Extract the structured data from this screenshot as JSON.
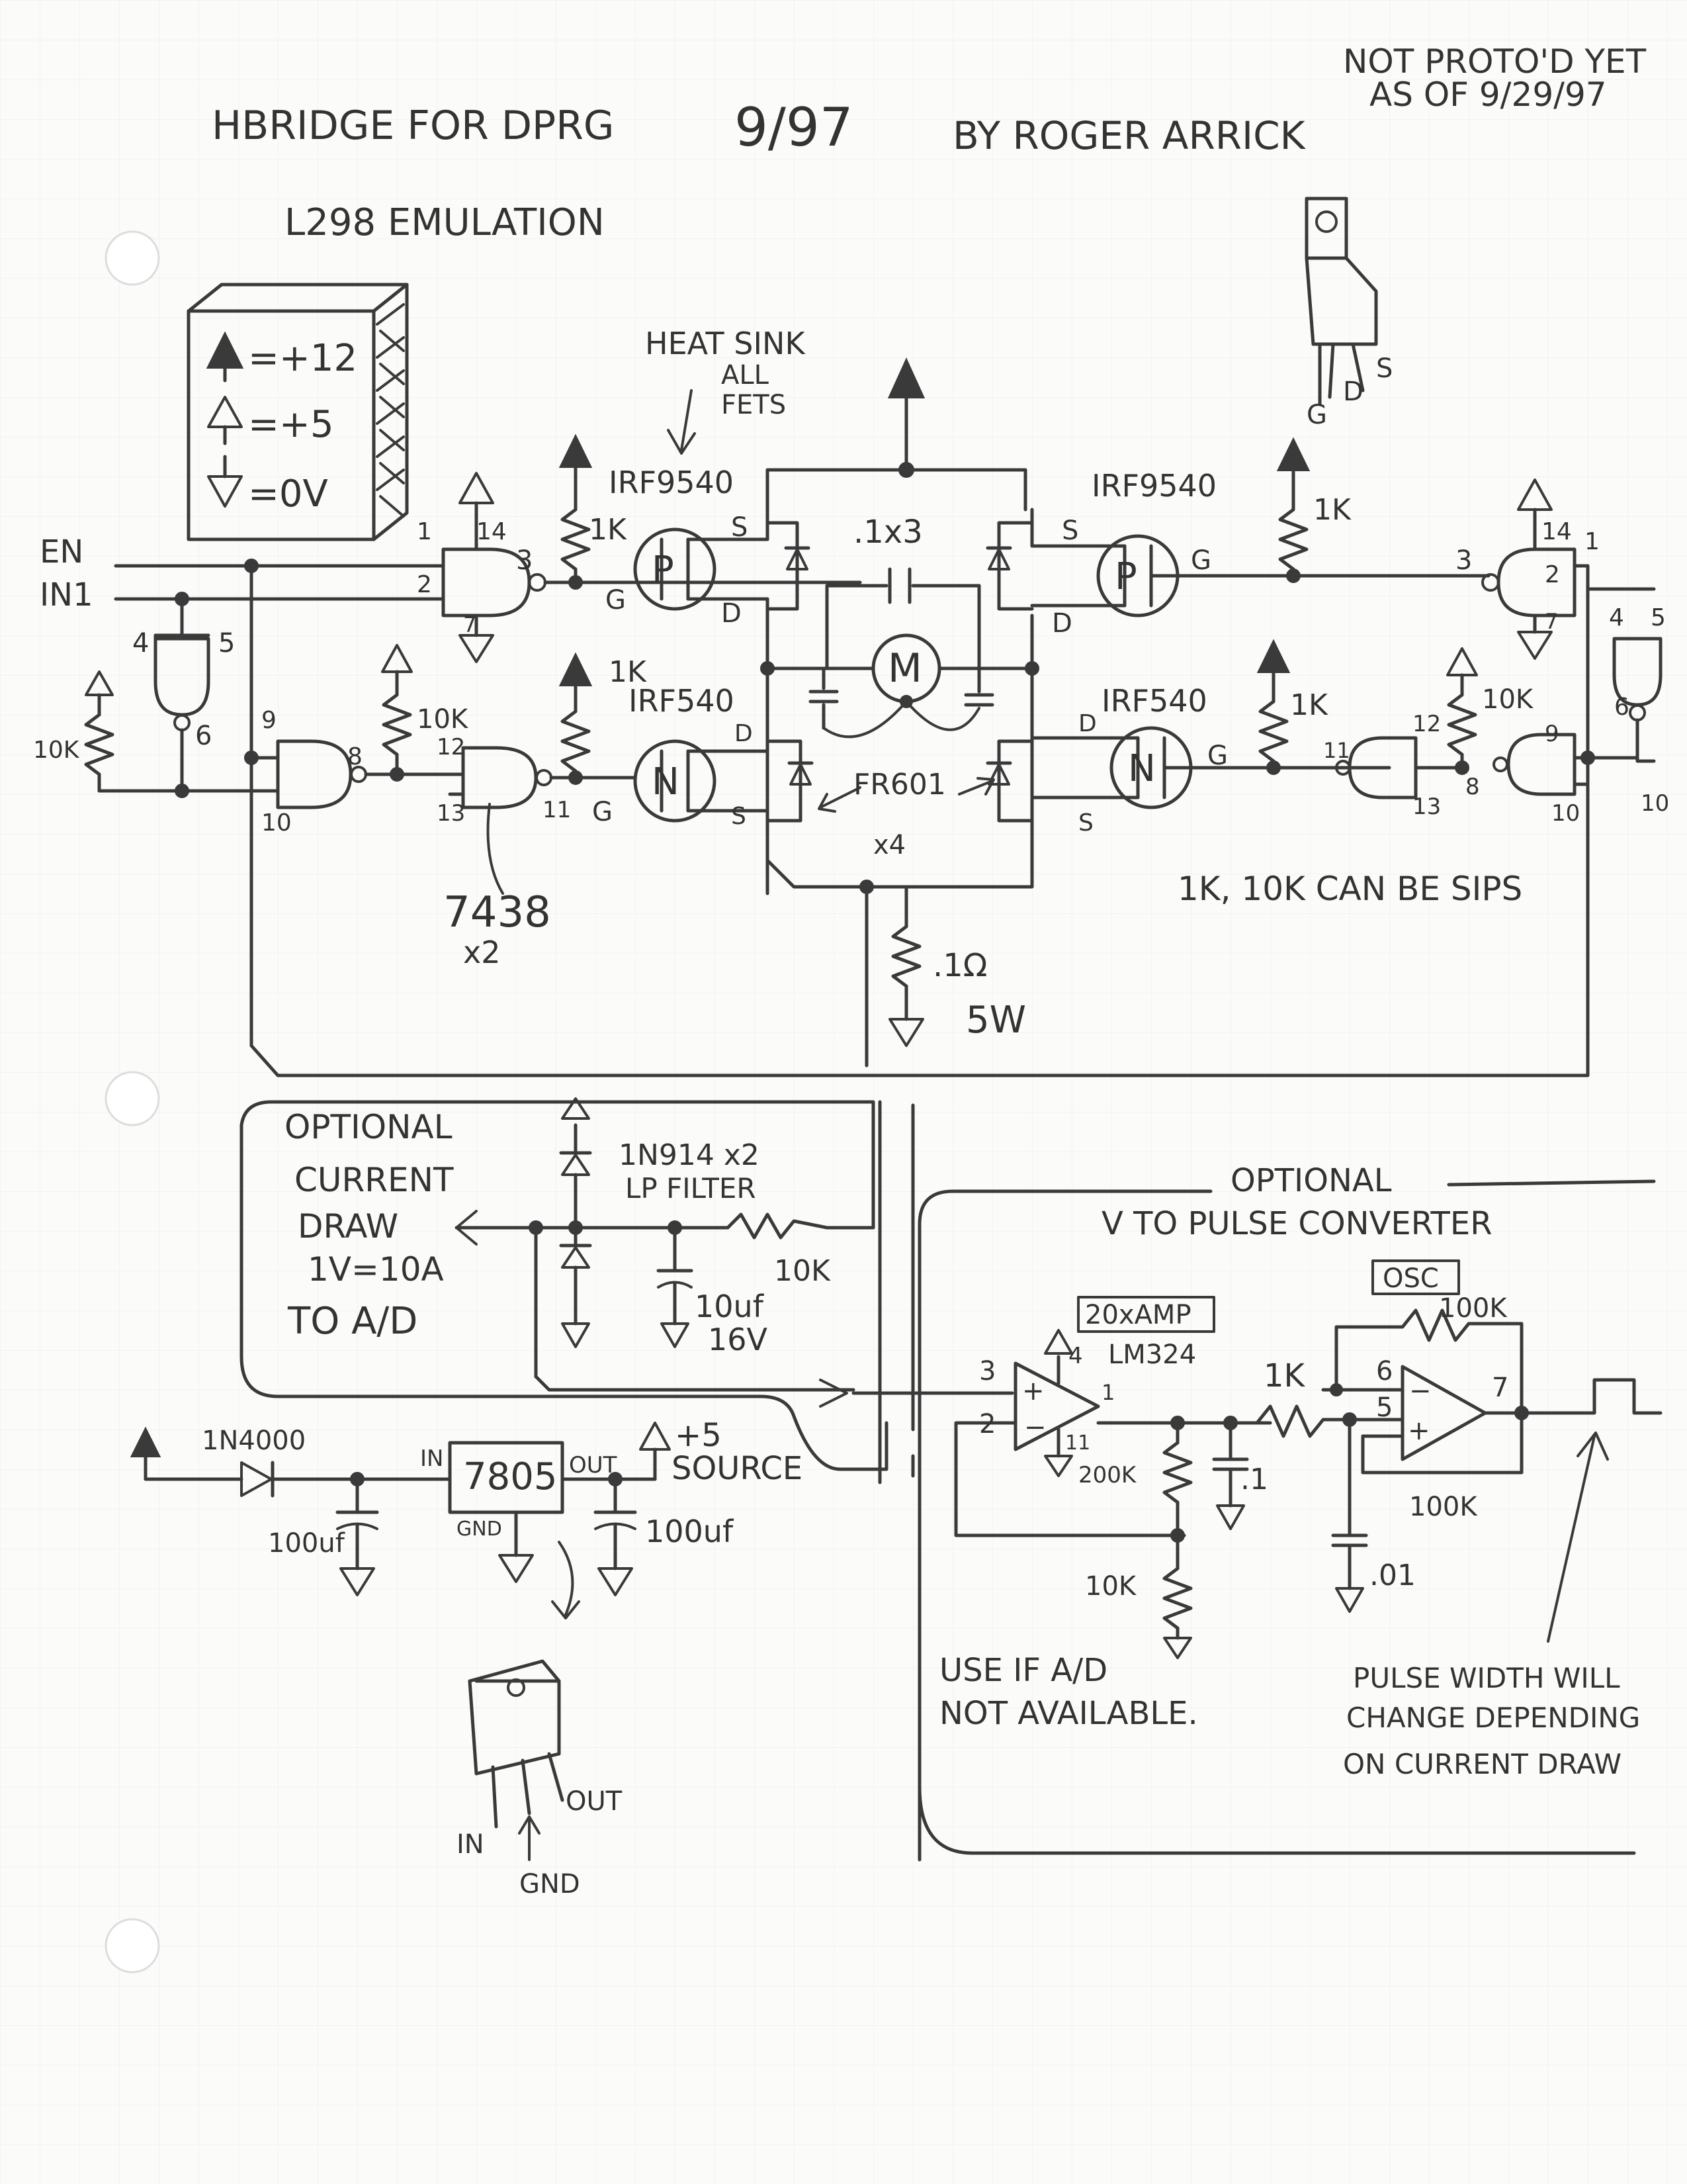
{
  "header": {
    "title": "HBRIDGE FOR DPRG",
    "date": "9/97",
    "author": "BY ROGER ARRICK",
    "note_line1": "NOT PROTO'D YET",
    "note_line2": "AS OF 9/29/97",
    "subtitle": "L298 EMULATION"
  },
  "legend": {
    "plus12": "=+12",
    "plus5": "=+5",
    "zero": "=0V"
  },
  "inputs": {
    "en": "EN",
    "in1": "IN1"
  },
  "bridge": {
    "heatsink1": "HEAT SINK",
    "heatsink2": "ALL",
    "heatsink3": "FETS",
    "p_fet_left": "IRF9540",
    "p_fet_right": "IRF9540",
    "n_fet_left": "IRF540",
    "n_fet_right": "IRF540",
    "p_symbol": "P",
    "n_symbol": "N",
    "motor": "M",
    "cap": ".1x3",
    "diode": "FR601",
    "diode_qty": "x4",
    "sense_res": ".1Ω",
    "sense_watt": "5W",
    "pin_g": "G",
    "pin_s": "S",
    "pin_d": "D",
    "chip": "7438",
    "chip_qty": "x2",
    "sips_note": "1K, 10K CAN BE SIPS",
    "r1k": "1K",
    "r10k": "10K"
  },
  "pins": [
    "1",
    "2",
    "3",
    "4",
    "5",
    "6",
    "7",
    "8",
    "9",
    "10",
    "11",
    "12",
    "13",
    "14"
  ],
  "package": {
    "g": "G",
    "d": "D",
    "s": "S"
  },
  "current": {
    "line1": "OPTIONAL",
    "line2": "CURRENT",
    "line3": "DRAW",
    "line4": "1V=10A",
    "line5": "TO A/D",
    "diodes": "1N914 x2",
    "filter": "LP FILTER",
    "res": "10K",
    "cap1": "10uf",
    "cap2": "16V"
  },
  "supply": {
    "diode": "1N4000",
    "cap_in": "100uf",
    "reg": "7805",
    "in": "IN",
    "out": "OUT",
    "gnd": "GND",
    "label1": "+5",
    "label2": "SOURCE",
    "cap_out": "100uf",
    "pkg_in": "IN",
    "pkg_gnd": "GND",
    "pkg_out": "OUT"
  },
  "converter": {
    "title1": "OPTIONAL",
    "title2": "V TO PULSE CONVERTER",
    "amp": "20xAMP",
    "opamp": "LM324",
    "osc": "OSC",
    "r100k_a": "100K",
    "r100k_b": "100K",
    "r1k": "1K",
    "r200k": "200K",
    "r10k": "10K",
    "cap1": ".1",
    "cap2": ".01",
    "p3": "3",
    "p2": "2",
    "p4": "4",
    "p11": "11",
    "p1": "1",
    "p6": "6",
    "p5": "5",
    "p7": "7",
    "use1": "USE IF A/D",
    "use2": "NOT AVAILABLE.",
    "pw1": "PULSE WIDTH WILL",
    "pw2": "CHANGE DEPENDING",
    "pw3": "ON CURRENT DRAW"
  }
}
